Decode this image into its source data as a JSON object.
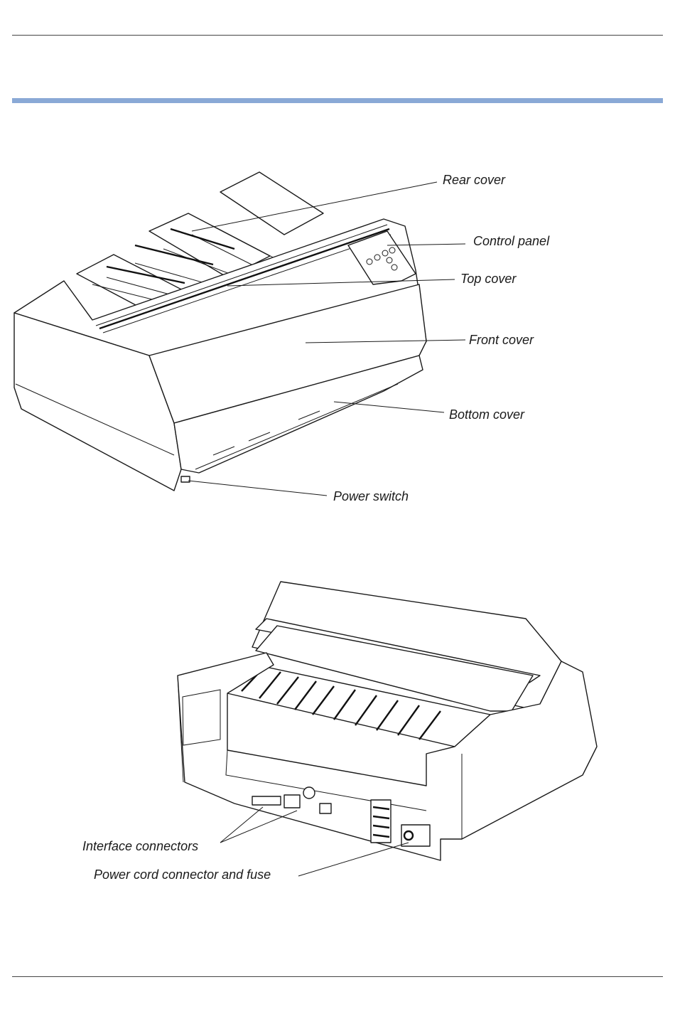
{
  "front_view": {
    "labels": {
      "rear_cover": "Rear cover",
      "control_panel": "Control panel",
      "top_cover": "Top cover",
      "front_cover": "Front cover",
      "bottom_cover": "Bottom cover",
      "power_switch": "Power switch"
    }
  },
  "rear_view": {
    "labels": {
      "interface_connectors": "Interface connectors",
      "power_cord": "Power cord connector and fuse"
    }
  }
}
